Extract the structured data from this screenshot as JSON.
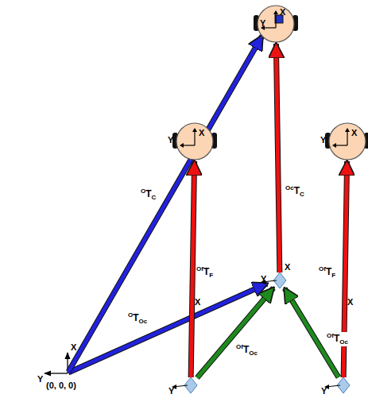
{
  "diagram": {
    "nodes": [
      {
        "text": [
          "X",
          "Y"
        ]
      },
      {
        "text": [
          "X",
          "Y"
        ]
      },
      {
        "text": [
          "X",
          "Y"
        ]
      },
      {
        "text": [
          "X",
          "Y"
        ]
      },
      {
        "text": [
          "X",
          "Y"
        ]
      },
      {
        "text": [
          "X",
          "Y"
        ]
      }
    ],
    "edges": [
      {
        "from": 3,
        "to": 0,
        "arrow": "to",
        "label": "OcTC"
      },
      {
        "from": 4,
        "to": 1,
        "arrow": "to",
        "label": "OfTF"
      },
      {
        "from": 5,
        "to": 2,
        "arrow": "to",
        "label": "OfTF"
      },
      {
        "from": 4,
        "to": 3,
        "arrow": "to",
        "label": "OfTOc"
      },
      {
        "from": 5,
        "to": 3,
        "arrow": "to",
        "label": "OfTOc"
      }
    ],
    "labels": [
      "X",
      "Y",
      "(0, 0, 0)",
      "OTC",
      "OTOc"
    ]
  }
}
